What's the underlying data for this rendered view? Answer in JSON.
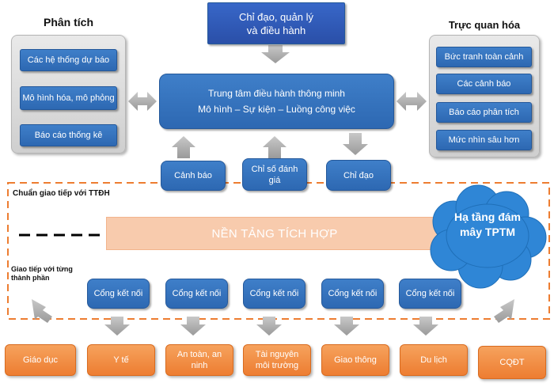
{
  "command": {
    "line1": "Chỉ đạo, quản lý",
    "line2": "và điều hành"
  },
  "analysis": {
    "title": "Phân tích",
    "items": [
      "Các hệ thống dự báo",
      "Mô hình hóa, mô phỏng",
      "Báo cáo thống kê"
    ]
  },
  "visualization": {
    "title": "Trực quan hóa",
    "items": [
      "Bức tranh toàn cảnh",
      "Các cảnh báo",
      "Báo cáo phân tích",
      "Mức nhìn sâu hơn"
    ]
  },
  "center": {
    "line1": "Trung tâm điều hành thông minh",
    "line2": "Mô hình – Sự kiện – Luồng công việc"
  },
  "signals": [
    "Cảnh báo",
    "Chỉ số đánh giá",
    "Chỉ đạo"
  ],
  "interface_label": "Chuẩn giao tiếp với TTĐH",
  "platform_label": "NỀN TẢNG TÍCH HỢP",
  "cloud_label": "Hạ tầng đám mây TPTM",
  "per_component_label": "Giao tiếp với từng thành phần",
  "connectors": [
    "Cổng kết nối",
    "Cổng kết nối",
    "Cổng kết nối",
    "Cổng kết nối",
    "Cổng kết nối"
  ],
  "sectors": [
    "Giáo dục",
    "Y tế",
    "An toàn, an ninh",
    "Tài nguyên môi trường",
    "Giao thông",
    "Du lịch",
    "CQĐT"
  ],
  "colors": {
    "blue": "#2d68b2",
    "orange": "#ed7d31",
    "platform": "#f8cbad",
    "gray": "#9e9e9e"
  }
}
